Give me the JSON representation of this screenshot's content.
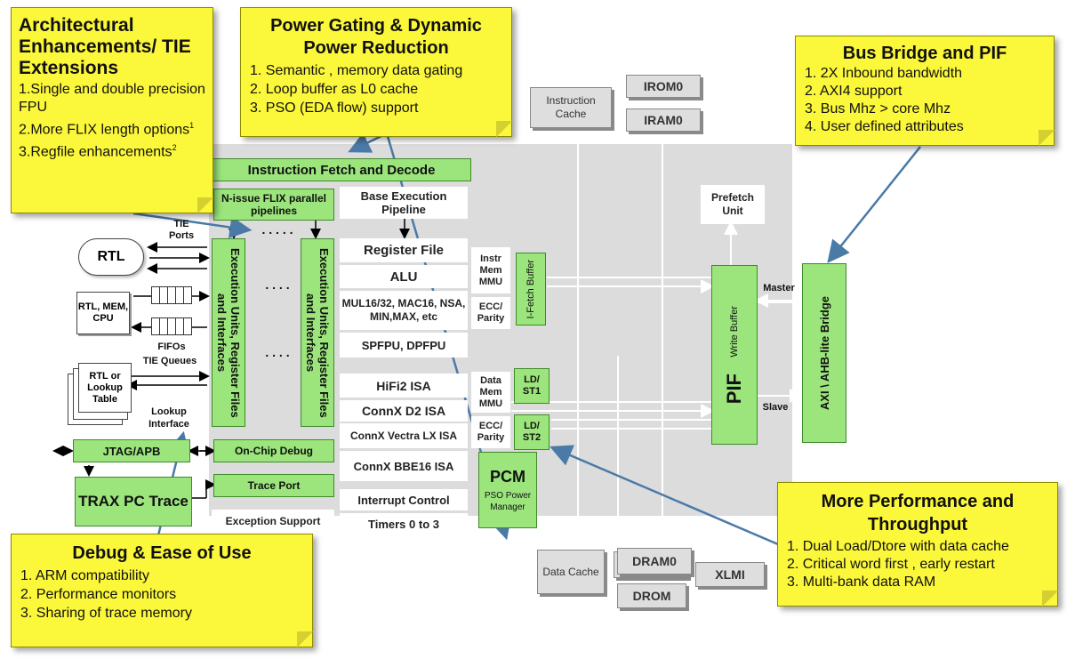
{
  "notes": {
    "arch": {
      "title": "Architectural Enhancements/ TIE Extensions",
      "items": [
        "1.Single and double precision FPU",
        "2.More FLIX length options",
        "3.Regfile enhancements"
      ],
      "superscripts": [
        "1",
        "2"
      ]
    },
    "power": {
      "title": "Power Gating & Dynamic Power Reduction",
      "items": [
        "1.   Semantic , memory data gating",
        "2.   Loop buffer as L0 cache",
        "3.   PSO (EDA flow) support"
      ]
    },
    "bus": {
      "title": "Bus Bridge and PIF",
      "items": [
        "1.   2X Inbound bandwidth",
        "2.   AXI4 support",
        "3.   Bus Mhz > core Mhz",
        "4.   User defined attributes"
      ]
    },
    "perf": {
      "title": "More Performance and Throughput",
      "items": [
        "1. Dual Load/Dtore with data cache",
        "2. Critical word first , early restart",
        "3. Multi-bank data RAM"
      ]
    },
    "debug": {
      "title": "Debug & Ease of Use",
      "items": [
        "1.   ARM compatibility",
        "2.   Performance monitors",
        "3.   Sharing of trace memory"
      ]
    }
  },
  "blocks": {
    "ifd": "Instruction Fetch and Decode",
    "nissue": "N-issue FLIX parallel pipelines",
    "dots": ". . . . .",
    "dots_short": ". . . .",
    "base_exec": "Base Execution Pipeline",
    "regfile": "Register File",
    "alu": "ALU",
    "mul": "MUL16/32, MAC16, NSA, MIN,MAX, etc",
    "fpu": "SPFPU, DPFPU",
    "hifi": "HiFi2 ISA",
    "connx_d2": "ConnX D2 ISA",
    "vectra": "ConnX Vectra LX ISA",
    "bbe": "ConnX BBE16 ISA",
    "interrupt": "Interrupt Control",
    "timers": "Timers 0 to 3",
    "exception": "Exception Support",
    "onchip_debug": "On-Chip Debug",
    "trace_port": "Trace Port",
    "jtag": "JTAG/APB",
    "trax": "TRAX PC Trace",
    "exec_units": "Execution Units, Register Files and Interfaces",
    "instr_mmu": "Instr Mem MMU",
    "ecc1": "ECC/ Parity",
    "ifetch": "I-Fetch Buffer",
    "data_mmu": "Data Mem MMU",
    "ecc2": "ECC/ Parity",
    "ldst1": "LD/ ST1",
    "ldst2": "LD/ ST2",
    "pcm_title": "PCM",
    "pcm_sub": "PSO Power Manager",
    "prefetch": "Prefetch Unit",
    "write_buffer": "Write Buffer",
    "pif": "PIF",
    "master": "Master",
    "slave": "Slave",
    "bridge": "AXI \\ AHB-lite Bridge",
    "icache": "Instruction Cache",
    "irom": "IROM0",
    "iram": "IRAM0",
    "dcache": "Data Cache",
    "dram": "DRAM0",
    "drom": "DROM",
    "xlmi": "XLMI"
  },
  "labels": {
    "tie_ports": "TIE Ports",
    "rtl": "RTL",
    "rtl_mem_cpu": "RTL, MEM, CPU",
    "fifos": "FIFOs",
    "tie_queues": "TIE Queues",
    "rtl_lookup": "RTL or Lookup Table",
    "lookup_iface": "Lookup Interface"
  },
  "colors": {
    "note_yellow": "#fbf73a",
    "block_green": "#9be57c",
    "core_gray": "#dcdcdc",
    "arrow_blue": "#4a7aa6"
  }
}
